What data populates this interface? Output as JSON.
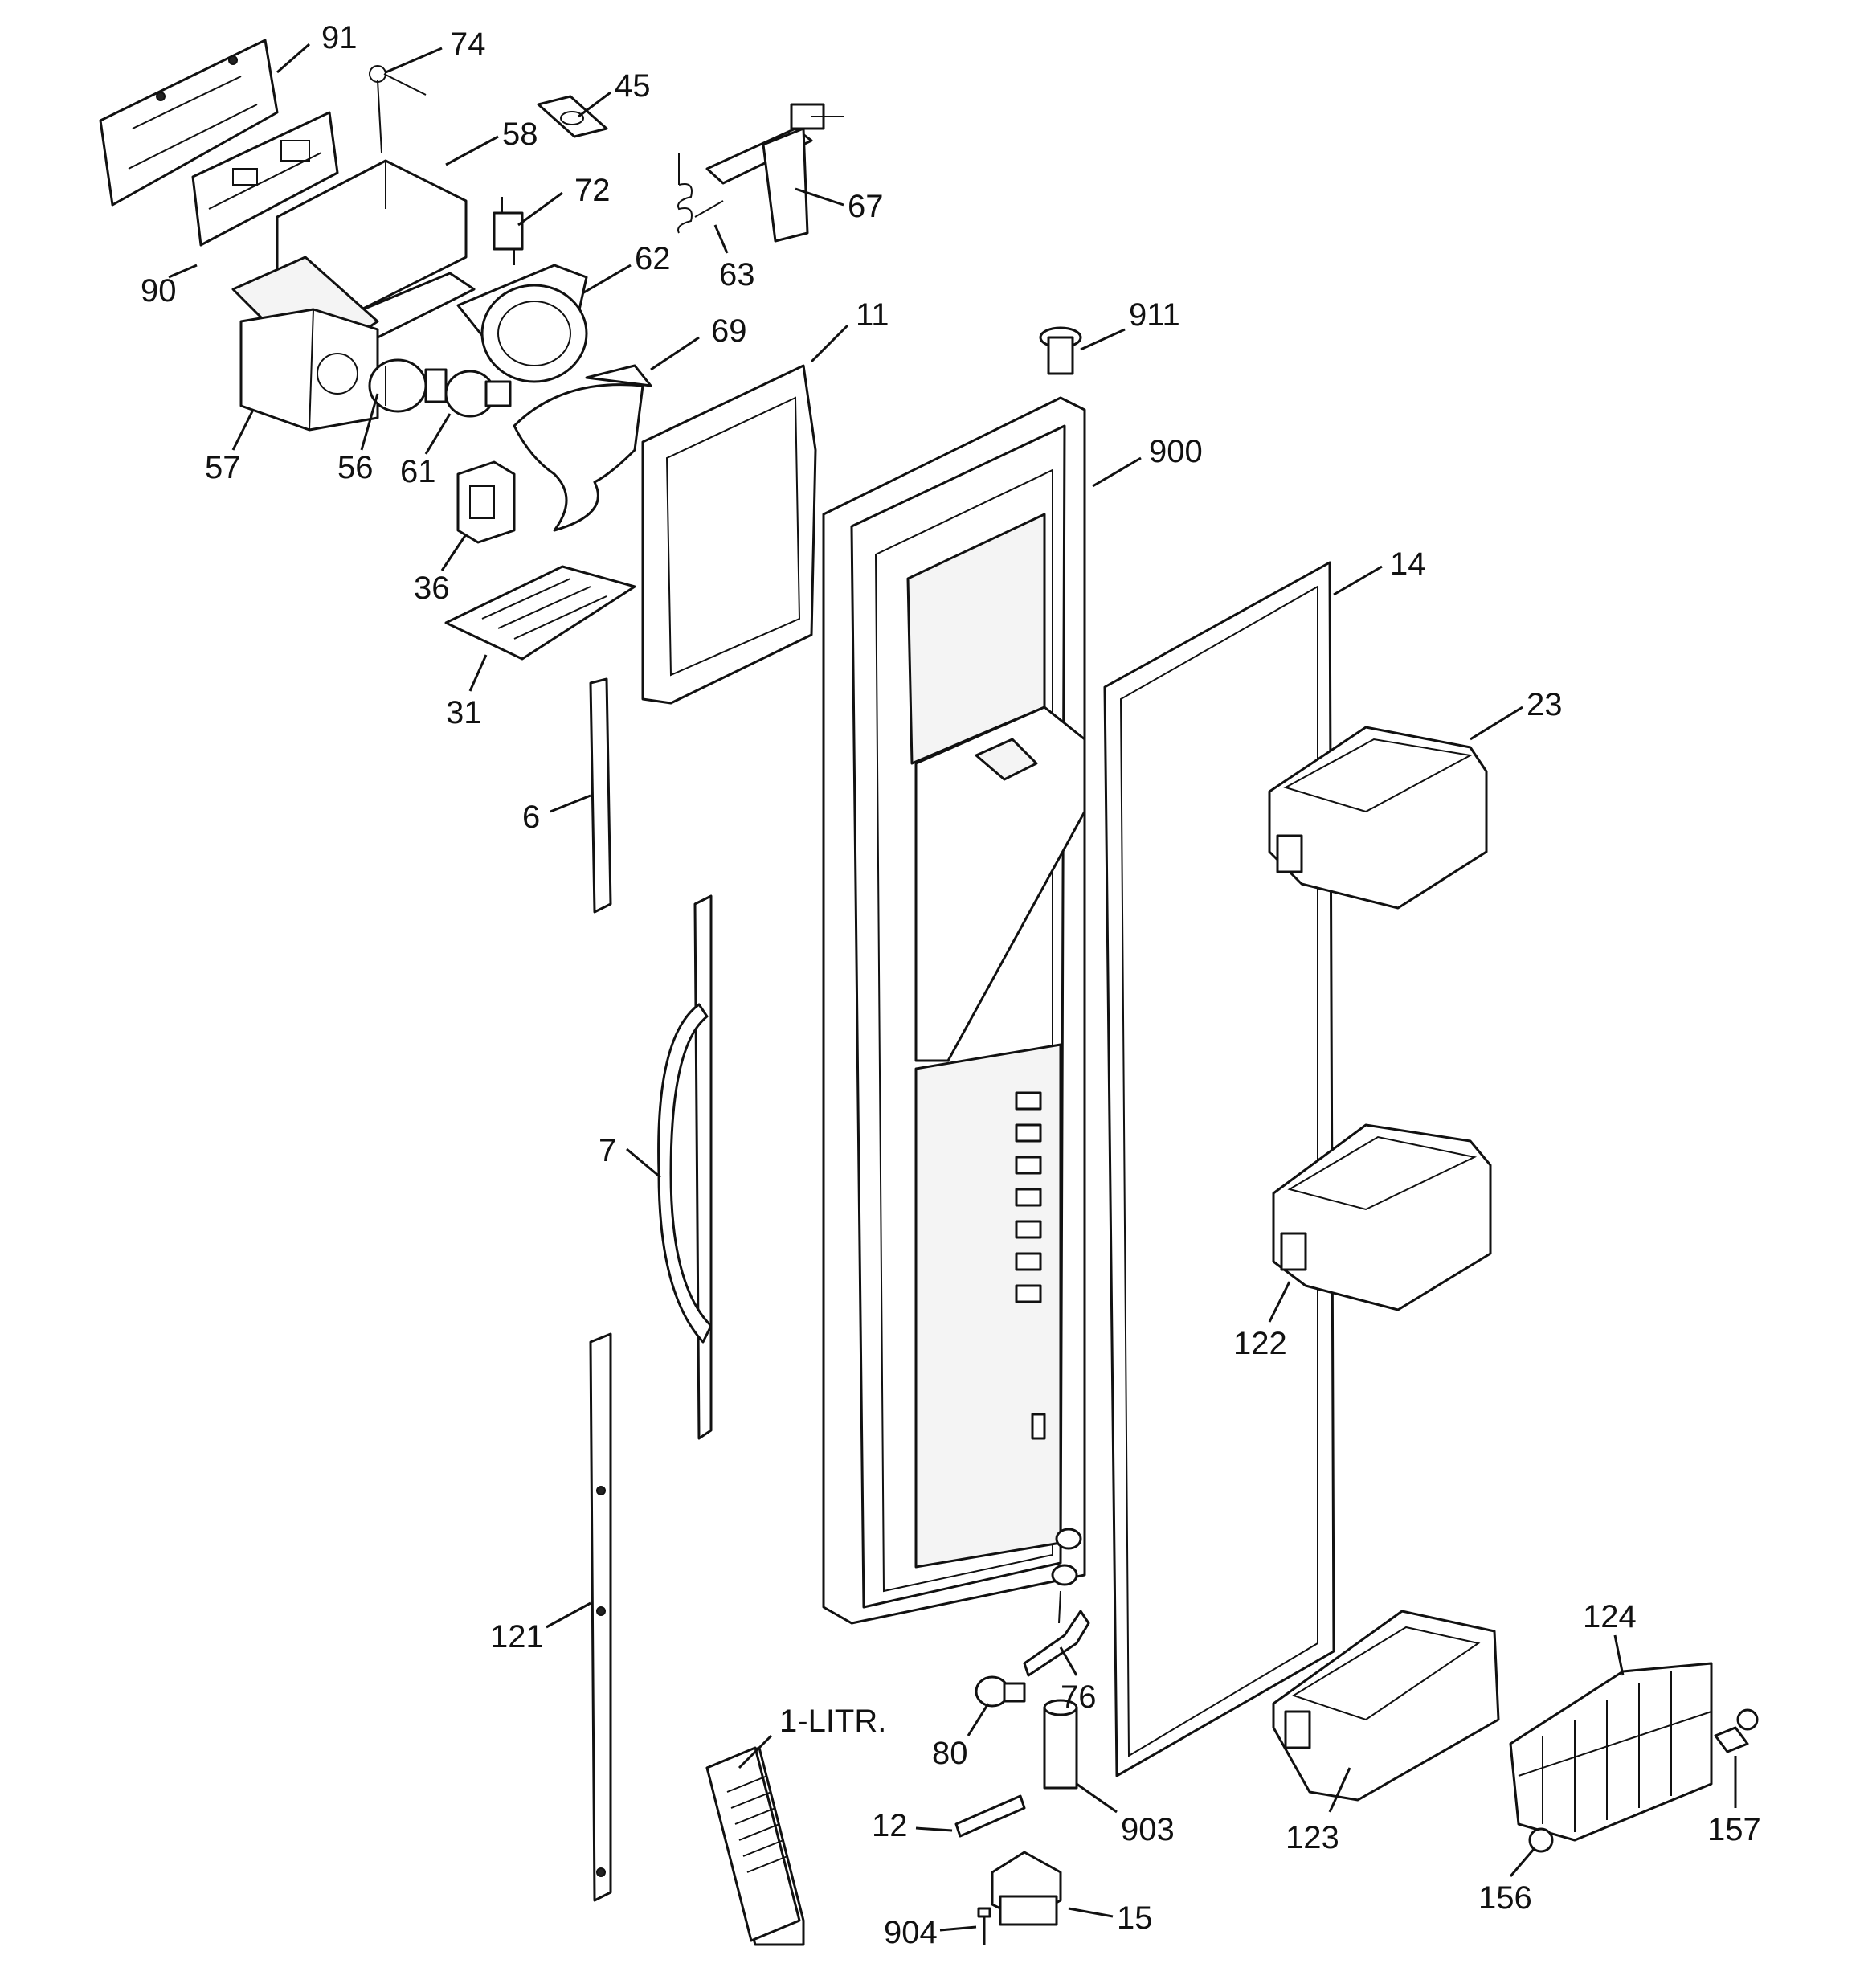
{
  "callouts": {
    "c91": "91",
    "c74": "74",
    "c45": "45",
    "c58": "58",
    "c72": "72",
    "c67": "67",
    "c63": "63",
    "c62": "62",
    "c90": "90",
    "c69": "69",
    "c11": "11",
    "c911": "911",
    "c57": "57",
    "c56": "56",
    "c61": "61",
    "c900": "900",
    "c36": "36",
    "c14": "14",
    "c31": "31",
    "c23": "23",
    "c6": "6",
    "c7": "7",
    "c122": "122",
    "c121": "121",
    "c124": "124",
    "c76": "76",
    "c1litr": "1-LITR.",
    "c80": "80",
    "c157": "157",
    "c903": "903",
    "c12": "12",
    "c123": "123",
    "c156": "156",
    "c15": "15",
    "c904": "904"
  }
}
